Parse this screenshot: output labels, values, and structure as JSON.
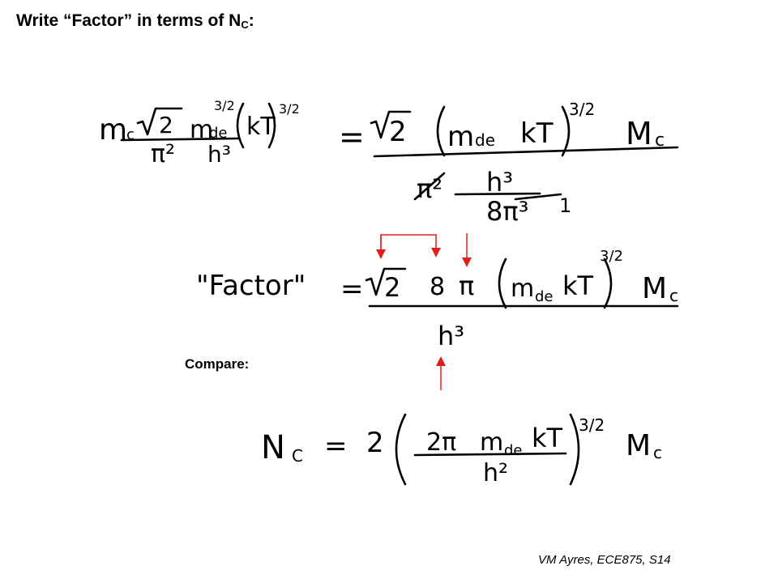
{
  "slide": {
    "title_main": "Write “Factor” in terms of N",
    "title_sub": "C",
    "title_end": ":",
    "compare_label": "Compare:",
    "footer": "VM Ayres, ECE875, S14"
  },
  "handwriting": {
    "eq1": {
      "lhs_mc": "m",
      "lhs_mc_sub": "c",
      "lhs_sqrt2": "2",
      "lhs_mde": "m",
      "lhs_mde_sub": "de",
      "lhs_exp1": "3/2",
      "lhs_kT": "kT",
      "lhs_exp2": "3/2",
      "lhs_pi2": "π²",
      "lhs_h3": "h³",
      "equals": "=",
      "rhs_sqrt2": "2",
      "rhs_mde": "m",
      "rhs_mde_sub": "de",
      "rhs_kT": "kT",
      "rhs_exp": "3/2",
      "rhs_mc": "M",
      "rhs_mc_sub": "c",
      "den_pi2": "π²",
      "den_h3": "h³",
      "den_8pi3": "8π³",
      "den_1": "1"
    },
    "eq2": {
      "label": "\"Factor\"",
      "equals": "=",
      "sqrt2": "2",
      "eight": "8",
      "pi": "π",
      "mde": "m",
      "mde_sub": "de",
      "kT": "kT",
      "exp": "3/2",
      "mc": "M",
      "mc_sub": "c",
      "den_h3": "h³"
    },
    "eq3": {
      "nc": "N",
      "nc_sub": "C",
      "equals": "=",
      "two": "2",
      "two_pi": "2π",
      "mde": "m",
      "mde_sub": "de",
      "kT": "kT",
      "exp": "3/2",
      "mc": "M",
      "mc_sub": "c",
      "den_h2": "h²"
    }
  },
  "colors": {
    "arrow": "#e0201b",
    "ink": "#000000"
  }
}
